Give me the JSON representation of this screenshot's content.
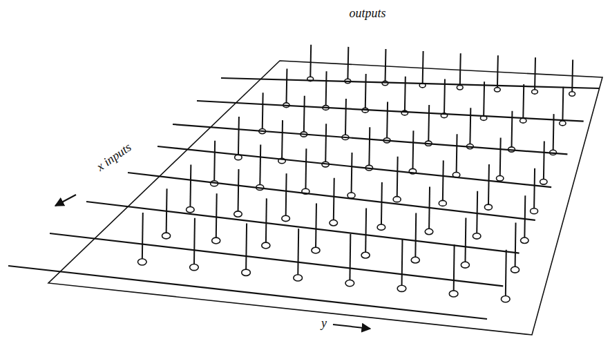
{
  "diagram": {
    "labels": [
      "outputs",
      "x inputs",
      "y"
    ]
  }
}
